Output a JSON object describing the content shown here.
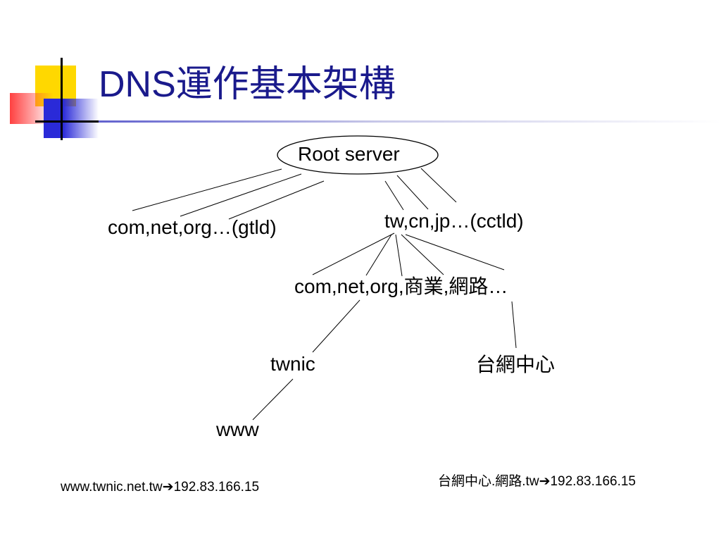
{
  "title": {
    "latin": "DNS",
    "cjk": "運作基本架構"
  },
  "colors": {
    "title": "#1a1a8c",
    "accent_yellow": "#ffd800",
    "accent_red": "#ff4040",
    "accent_blue": "#2a2ad8",
    "rule": "#4a4ac8"
  },
  "nodes": {
    "root": "Root server",
    "gtld": "com,net,org…(gtld)",
    "cctld": "tw,cn,jp…(cctld)",
    "sld": "com,net,org,商業,網路…",
    "twnic": "twnic",
    "twnet": "台網中心",
    "www": "www"
  },
  "captions": {
    "left_host": "www.twnic.net.tw",
    "left_ip": "192.83.166.15",
    "right_host": "台網中心.網路.tw",
    "right_ip": "192.83.166.15",
    "arrow": "➔"
  }
}
